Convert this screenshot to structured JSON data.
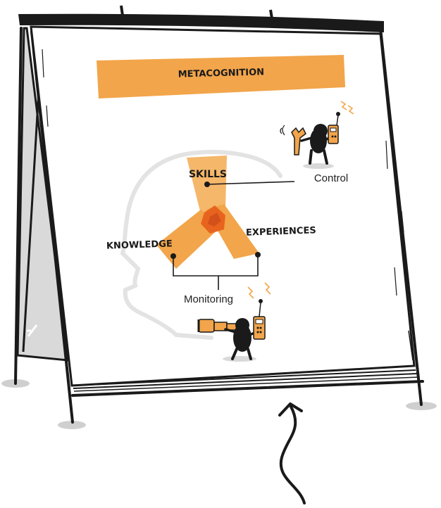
{
  "title": "METACOGNITION",
  "components": {
    "skills": "SKILLS",
    "knowledge": "KNOWLEDGE",
    "experiences": "EXPERIENCES"
  },
  "processes": {
    "control": "Control",
    "monitoring": "Monitoring"
  },
  "colors": {
    "accent": "#f2a54a",
    "accent_light": "#f5b76a",
    "center": "#e8641e",
    "ink": "#1a1a1a",
    "head_outline": "#e3e3e3",
    "stand_gray": "#d9d9d9",
    "shadow": "#cfcfcf"
  },
  "icons": {
    "control_figure": "wrench-and-remote-figure-icon",
    "monitoring_figure": "telescope-and-remote-figure-icon",
    "arrow": "curved-arrow-icon"
  }
}
